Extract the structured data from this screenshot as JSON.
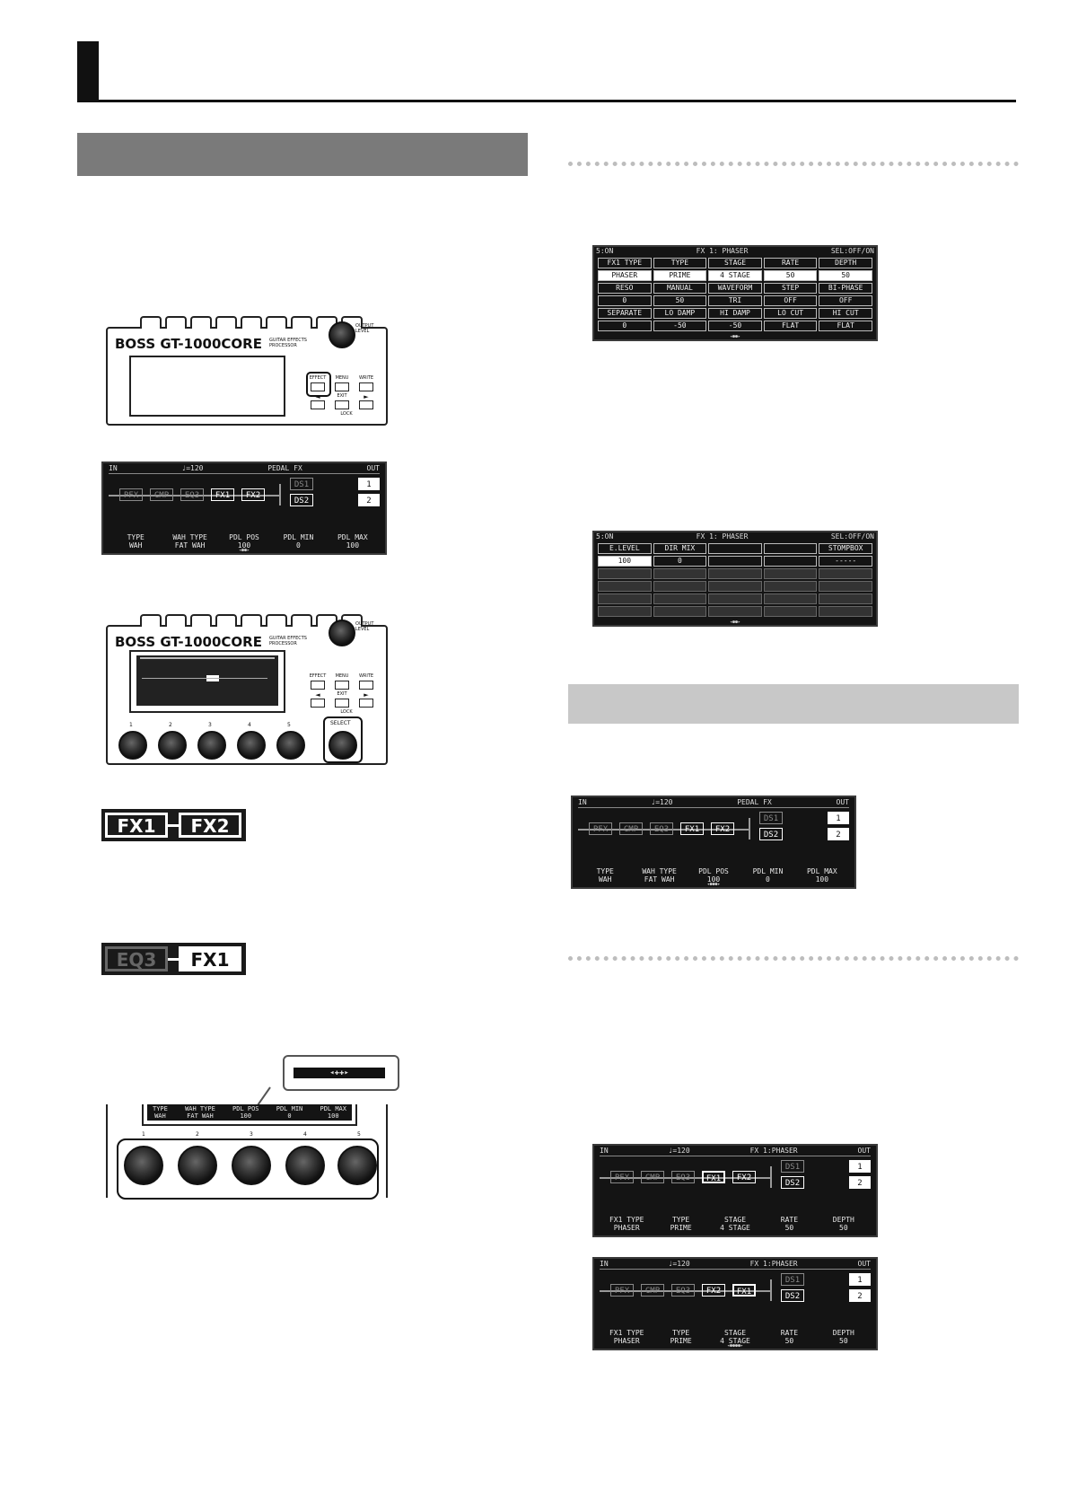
{
  "device": {
    "brand": "BOSS GT-1000CORE",
    "brand_sub": "GUITAR EFFECTS PROCESSOR",
    "output_level": "OUTPUT LEVEL",
    "effect": "EFFECT",
    "menu": "MENU",
    "write": "WRITE",
    "exit": "EXIT",
    "lock": "LOCK",
    "select": "SELECT",
    "left_arrow": "◄",
    "right_arrow": "►",
    "knob_labels": [
      "1",
      "2",
      "3",
      "4",
      "5"
    ]
  },
  "pedal_fx_screen": {
    "in": "IN",
    "tempo": "♩=120",
    "title": "PEDAL FX",
    "out": "OUT",
    "chain": [
      "PFX",
      "CMP",
      "EQ3",
      "FX1",
      "FX2"
    ],
    "branch_top": "DS1",
    "branch_bottom": "DS2",
    "branch_mark": "1",
    "out_top": "1",
    "out_bottom": "2",
    "params": [
      {
        "name": "TYPE",
        "value": "WAH"
      },
      {
        "name": "WAH TYPE",
        "value": "FAT WAH"
      },
      {
        "name": "PDL POS",
        "value": "100"
      },
      {
        "name": "PDL MIN",
        "value": "0"
      },
      {
        "name": "PDL MAX",
        "value": "100"
      }
    ]
  },
  "chips": {
    "fx1": "FX1",
    "fx2": "FX2",
    "eq3": "EQ3"
  },
  "fx1_phaser_screen": {
    "in": "IN",
    "tempo": "♩=120",
    "title": "FX 1:PHASER",
    "out": "OUT",
    "params": [
      {
        "name": "FX1 TYPE",
        "value": "PHASER"
      },
      {
        "name": "TYPE",
        "value": "PRIME"
      },
      {
        "name": "STAGE",
        "value": "4 STAGE"
      },
      {
        "name": "RATE",
        "value": "50"
      },
      {
        "name": "DEPTH",
        "value": "50"
      }
    ]
  },
  "phaser_grid_1": {
    "left": "5:ON",
    "title": "FX 1: PHASER",
    "right": "SEL:OFF/ON",
    "rows": [
      {
        "names": [
          "FX1 TYPE",
          "TYPE",
          "STAGE",
          "RATE",
          "DEPTH"
        ],
        "values": [
          "PHASER",
          "PRIME",
          "4 STAGE",
          "50",
          "50"
        ]
      },
      {
        "names": [
          "RESO",
          "MANUAL",
          "WAVEFORM",
          "STEP",
          "BI-PHASE"
        ],
        "values": [
          "0",
          "50",
          "TRI",
          "OFF",
          "OFF"
        ]
      },
      {
        "names": [
          "SEPARATE",
          "LO DAMP",
          "HI DAMP",
          "LO CUT",
          "HI CUT"
        ],
        "values": [
          "0",
          "-50",
          "-50",
          "FLAT",
          "FLAT"
        ]
      }
    ]
  },
  "phaser_grid_2": {
    "left": "5:ON",
    "title": "FX 1: PHASER",
    "right": "SEL:OFF/ON",
    "names": [
      "E.LEVEL",
      "DIR MIX",
      "",
      "",
      "STOMPBOX"
    ],
    "values": [
      "100",
      "0",
      "",
      "",
      "-----"
    ]
  }
}
